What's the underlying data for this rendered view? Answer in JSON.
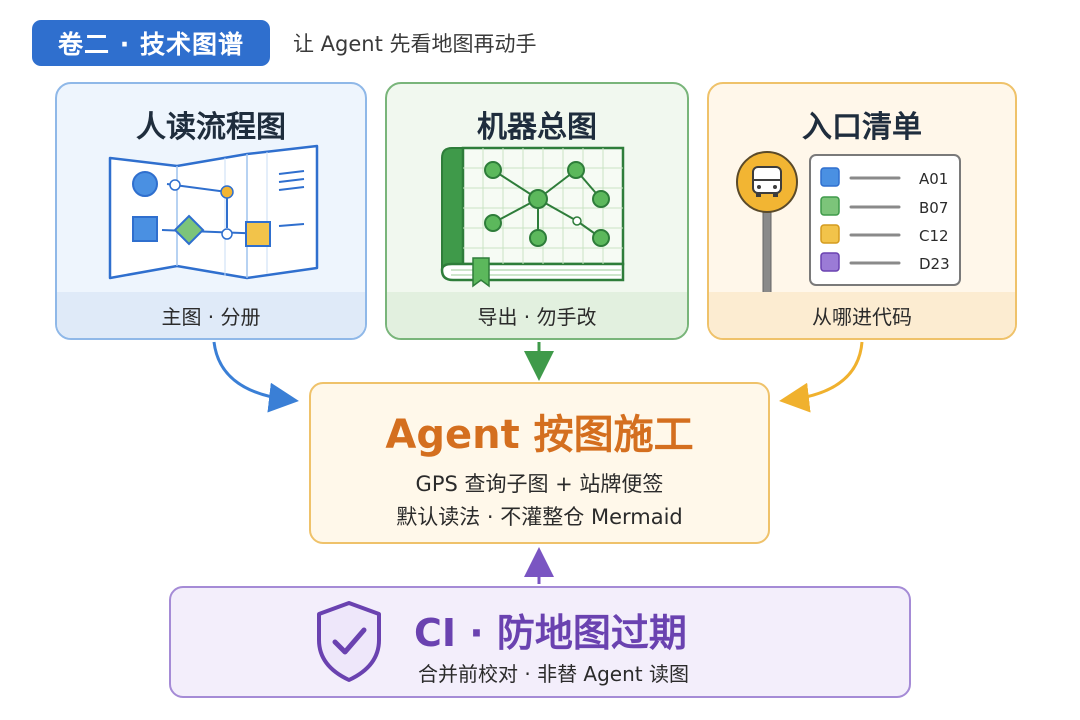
{
  "header": {
    "tag": "卷二 · 技术图谱",
    "subtitle": "让 Agent 先看地图再动手"
  },
  "cards": {
    "human": {
      "title": "人读流程图",
      "footer": "主图 · 分册"
    },
    "machine": {
      "title": "机器总图",
      "footer": "导出 · 勿手改"
    },
    "entry": {
      "title": "入口清单",
      "footer": "从哪进代码",
      "codes": [
        "A01",
        "B07",
        "C12",
        "D23"
      ]
    }
  },
  "center": {
    "title": "Agent 按图施工",
    "line1": "GPS 查询子图 + 站牌便签",
    "line2": "默认读法 · 不灌整仓 Mermaid"
  },
  "ci": {
    "title": "CI · 防地图过期",
    "subtitle": "合并前校对 · 非替 Agent 读图"
  },
  "colors": {
    "blue": "#2f6fce",
    "green": "#3f9a4a",
    "orange": "#d46f1f",
    "yellow": "#f2b533",
    "purple": "#6a42b0"
  }
}
